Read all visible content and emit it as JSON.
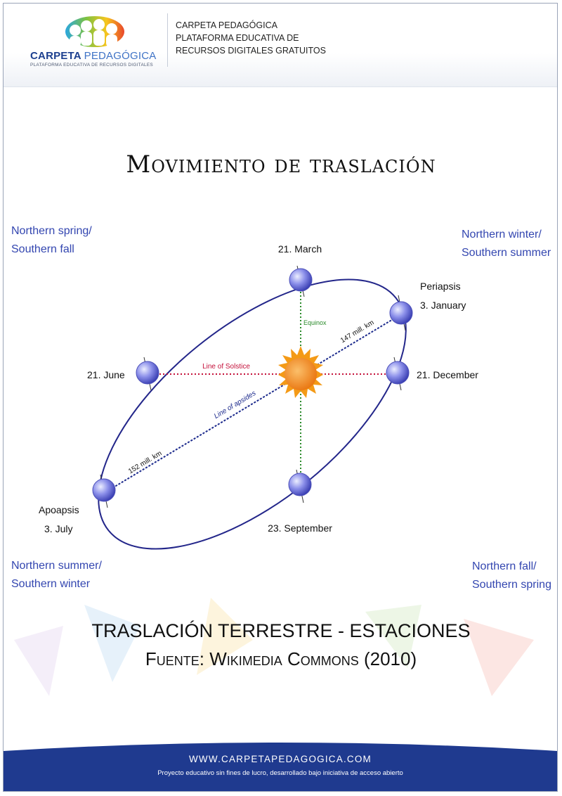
{
  "header": {
    "logo_main": "CARPETA",
    "logo_accent": "PEDAGÓGICA",
    "logo_sub": "PLATAFORMA EDUCATIVA DE RECURSOS DIGITALES",
    "lines": [
      "CARPETA PEDAGÓGICA",
      "PLATAFORMA EDUCATIVA DE",
      "RECURSOS DIGITALES GRATUITOS"
    ]
  },
  "title": "Movimiento de traslación",
  "diagram": {
    "corners": {
      "top_left": [
        "Northern spring/",
        "Southern fall"
      ],
      "top_right": [
        "Northern winter/",
        "Southern summer"
      ],
      "bottom_left": [
        "Northern summer/",
        "Southern winter"
      ],
      "bottom_right": [
        "Northern fall/",
        "Southern spring"
      ]
    },
    "positions": {
      "march": "21. March",
      "periapsis": "Periapsis",
      "january": "3. January",
      "june": "21. June",
      "december": "21. December",
      "apoapsis": "Apoapsis",
      "july": "3. July",
      "september": "23. September"
    },
    "lines": {
      "equinox": "Equinox",
      "solstice": "Line of Solstice",
      "apsides": "Line of apsides",
      "dist_peri": "147 mill. km",
      "dist_apo": "152 mill. km"
    },
    "colors": {
      "corner_text": "#3346b0",
      "equinox": "#2a8a2a",
      "solstice": "#c4103a",
      "apsides": "#1c2a8c",
      "sun": "#f08a10",
      "earth": "#5a5fd8"
    }
  },
  "caption": {
    "line1": "TRASLACIÓN TERRESTRE - ESTACIONES",
    "line2": "Fuente: Wikimedia Commons (2010)"
  },
  "footer": {
    "url": "WWW.CARPETAPEDAGOGICA.COM",
    "note": "Proyecto educativo sin fines de lucro, desarrollado bajo iniciativa de acceso abierto",
    "color": "#1f3a8f"
  }
}
